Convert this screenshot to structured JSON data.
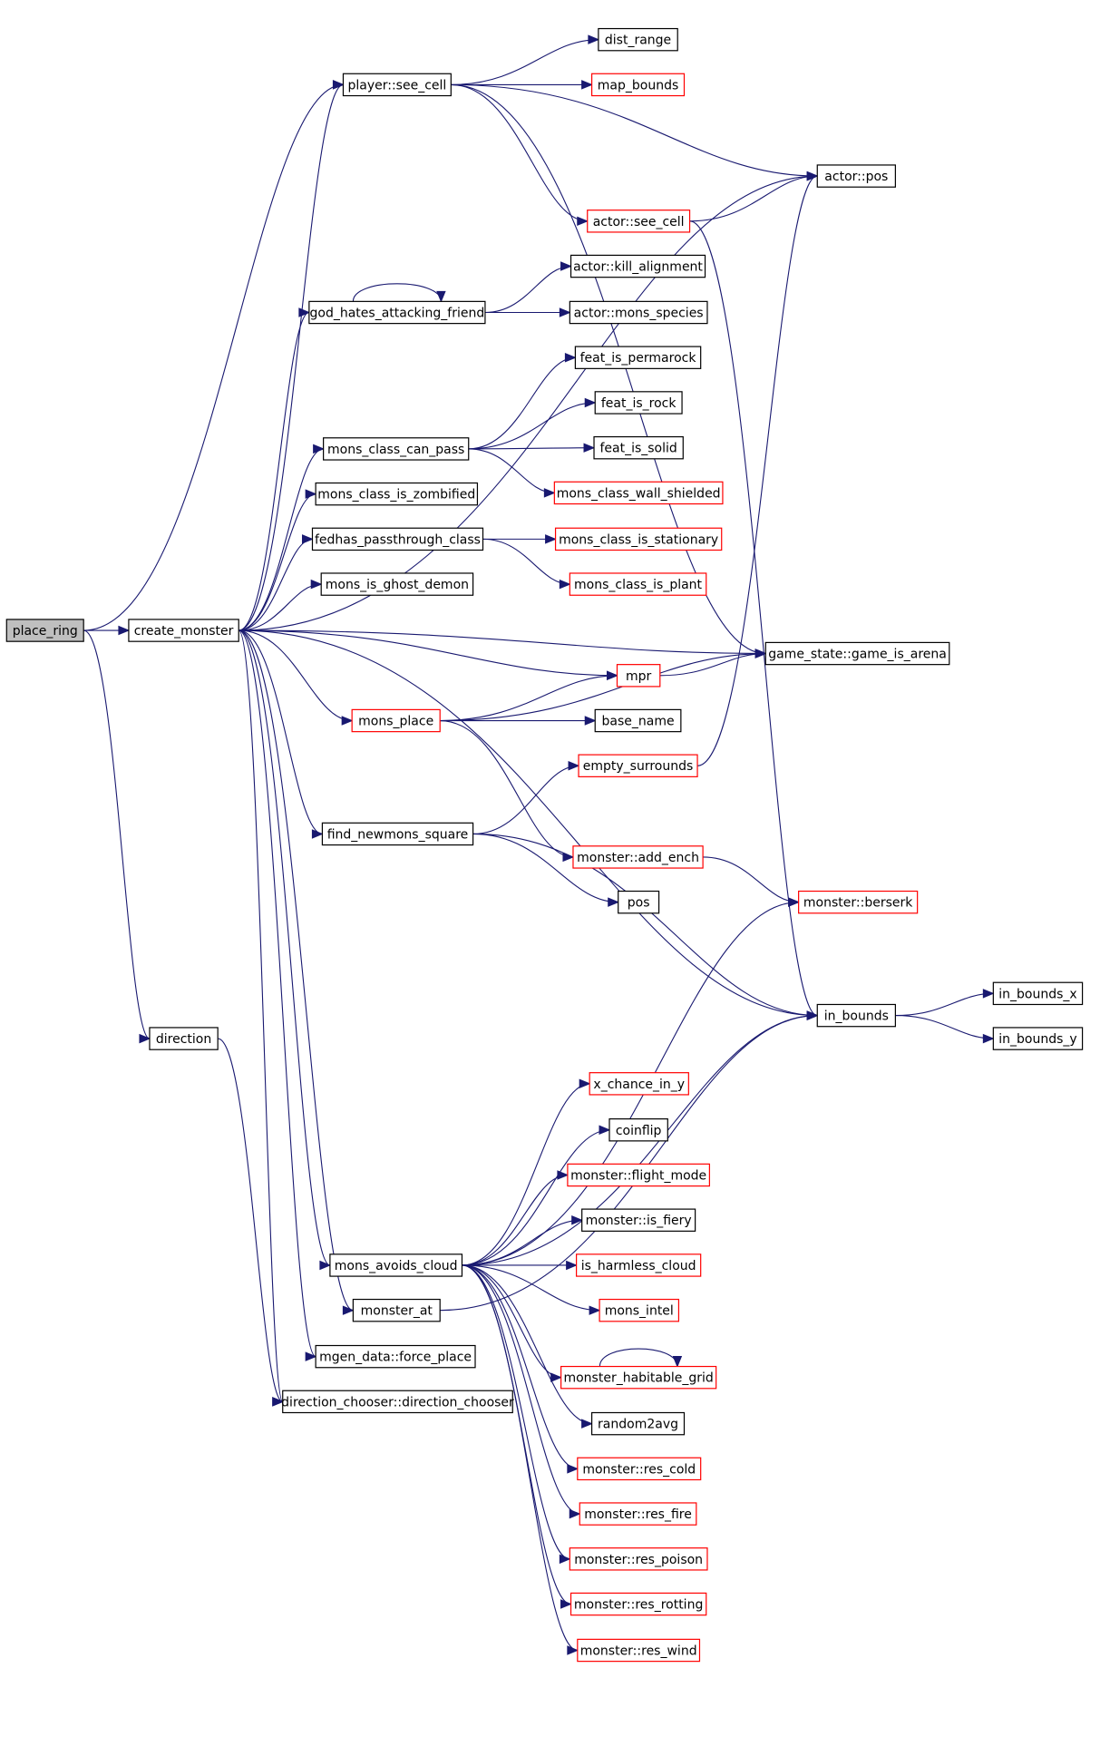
{
  "colors": {
    "edge": "#191970",
    "border_default": "#000000",
    "border_red": "#ff0000",
    "root_fill": "#bfbfbf"
  },
  "nodes": [
    {
      "id": "place_ring",
      "label": "place_ring",
      "style": "root"
    },
    {
      "id": "create_monster",
      "label": "create_monster",
      "style": "black"
    },
    {
      "id": "direction",
      "label": "direction",
      "style": "black"
    },
    {
      "id": "player_see_cell",
      "label": "player::see_cell",
      "style": "black"
    },
    {
      "id": "dist_range",
      "label": "dist_range",
      "style": "black"
    },
    {
      "id": "map_bounds",
      "label": "map_bounds",
      "style": "red"
    },
    {
      "id": "actor_pos",
      "label": "actor::pos",
      "style": "black"
    },
    {
      "id": "actor_see_cell",
      "label": "actor::see_cell",
      "style": "red"
    },
    {
      "id": "actor_kill_alignment",
      "label": "actor::kill_alignment",
      "style": "black"
    },
    {
      "id": "god_hates",
      "label": "god_hates_attacking_friend",
      "style": "black"
    },
    {
      "id": "actor_mons_species",
      "label": "actor::mons_species",
      "style": "black"
    },
    {
      "id": "feat_is_permarock",
      "label": "feat_is_permarock",
      "style": "black"
    },
    {
      "id": "feat_is_rock",
      "label": "feat_is_rock",
      "style": "black"
    },
    {
      "id": "mons_class_can_pass",
      "label": "mons_class_can_pass",
      "style": "black"
    },
    {
      "id": "feat_is_solid",
      "label": "feat_is_solid",
      "style": "black"
    },
    {
      "id": "mons_class_wall_shielded",
      "label": "mons_class_wall_shielded",
      "style": "red"
    },
    {
      "id": "mons_class_is_zombified",
      "label": "mons_class_is_zombified",
      "style": "black"
    },
    {
      "id": "fedhas_passthrough_class",
      "label": "fedhas_passthrough_class",
      "style": "black"
    },
    {
      "id": "mons_class_is_stationary",
      "label": "mons_class_is_stationary",
      "style": "red"
    },
    {
      "id": "mons_class_is_plant",
      "label": "mons_class_is_plant",
      "style": "red"
    },
    {
      "id": "mons_is_ghost_demon",
      "label": "mons_is_ghost_demon",
      "style": "black"
    },
    {
      "id": "game_is_arena",
      "label": "game_state::game_is_arena",
      "style": "black"
    },
    {
      "id": "mpr",
      "label": "mpr",
      "style": "red"
    },
    {
      "id": "mons_place",
      "label": "mons_place",
      "style": "red"
    },
    {
      "id": "base_name",
      "label": "base_name",
      "style": "black"
    },
    {
      "id": "empty_surrounds",
      "label": "empty_surrounds",
      "style": "red"
    },
    {
      "id": "find_newmons_square",
      "label": "find_newmons_square",
      "style": "black"
    },
    {
      "id": "monster_add_ench",
      "label": "monster::add_ench",
      "style": "red"
    },
    {
      "id": "pos",
      "label": "pos",
      "style": "black"
    },
    {
      "id": "monster_berserk",
      "label": "monster::berserk",
      "style": "red"
    },
    {
      "id": "in_bounds",
      "label": "in_bounds",
      "style": "black"
    },
    {
      "id": "in_bounds_x",
      "label": "in_bounds_x",
      "style": "black"
    },
    {
      "id": "in_bounds_y",
      "label": "in_bounds_y",
      "style": "black"
    },
    {
      "id": "x_chance_in_y",
      "label": "x_chance_in_y",
      "style": "red"
    },
    {
      "id": "coinflip",
      "label": "coinflip",
      "style": "black"
    },
    {
      "id": "monster_flight_mode",
      "label": "monster::flight_mode",
      "style": "red"
    },
    {
      "id": "monster_is_fiery",
      "label": "monster::is_fiery",
      "style": "black"
    },
    {
      "id": "mons_avoids_cloud",
      "label": "mons_avoids_cloud",
      "style": "black"
    },
    {
      "id": "is_harmless_cloud",
      "label": "is_harmless_cloud",
      "style": "red"
    },
    {
      "id": "mons_intel",
      "label": "mons_intel",
      "style": "red"
    },
    {
      "id": "monster_at",
      "label": "monster_at",
      "style": "black"
    },
    {
      "id": "monster_habitable_grid",
      "label": "monster_habitable_grid",
      "style": "red"
    },
    {
      "id": "mgen_force_place",
      "label": "mgen_data::force_place",
      "style": "black"
    },
    {
      "id": "direction_chooser",
      "label": "direction_chooser::direction_chooser",
      "style": "black"
    },
    {
      "id": "random2avg",
      "label": "random2avg",
      "style": "black"
    },
    {
      "id": "monster_res_cold",
      "label": "monster::res_cold",
      "style": "red"
    },
    {
      "id": "monster_res_fire",
      "label": "monster::res_fire",
      "style": "red"
    },
    {
      "id": "monster_res_poison",
      "label": "monster::res_poison",
      "style": "red"
    },
    {
      "id": "monster_res_rotting",
      "label": "monster::res_rotting",
      "style": "red"
    },
    {
      "id": "monster_res_wind",
      "label": "monster::res_wind",
      "style": "red"
    }
  ],
  "edges": [
    {
      "from": "place_ring",
      "to": "create_monster"
    },
    {
      "from": "place_ring",
      "to": "direction"
    },
    {
      "from": "place_ring",
      "to": "player_see_cell"
    },
    {
      "from": "create_monster",
      "to": "player_see_cell"
    },
    {
      "from": "create_monster",
      "to": "actor_pos"
    },
    {
      "from": "create_monster",
      "to": "god_hates"
    },
    {
      "from": "create_monster",
      "to": "mons_class_can_pass"
    },
    {
      "from": "create_monster",
      "to": "mons_class_is_zombified"
    },
    {
      "from": "create_monster",
      "to": "fedhas_passthrough_class"
    },
    {
      "from": "create_monster",
      "to": "mons_is_ghost_demon"
    },
    {
      "from": "create_monster",
      "to": "game_is_arena"
    },
    {
      "from": "create_monster",
      "to": "mpr"
    },
    {
      "from": "create_monster",
      "to": "mons_place"
    },
    {
      "from": "create_monster",
      "to": "find_newmons_square"
    },
    {
      "from": "create_monster",
      "to": "in_bounds"
    },
    {
      "from": "create_monster",
      "to": "mons_avoids_cloud"
    },
    {
      "from": "create_monster",
      "to": "monster_at"
    },
    {
      "from": "create_monster",
      "to": "mgen_force_place"
    },
    {
      "from": "create_monster",
      "to": "direction_chooser"
    },
    {
      "from": "direction",
      "to": "direction_chooser"
    },
    {
      "from": "player_see_cell",
      "to": "dist_range"
    },
    {
      "from": "player_see_cell",
      "to": "map_bounds"
    },
    {
      "from": "player_see_cell",
      "to": "actor_pos"
    },
    {
      "from": "player_see_cell",
      "to": "actor_see_cell"
    },
    {
      "from": "player_see_cell",
      "to": "game_is_arena"
    },
    {
      "from": "actor_see_cell",
      "to": "actor_pos"
    },
    {
      "from": "actor_see_cell",
      "to": "in_bounds"
    },
    {
      "from": "god_hates",
      "to": "god_hates"
    },
    {
      "from": "god_hates",
      "to": "actor_kill_alignment"
    },
    {
      "from": "god_hates",
      "to": "actor_mons_species"
    },
    {
      "from": "mons_class_can_pass",
      "to": "feat_is_permarock"
    },
    {
      "from": "mons_class_can_pass",
      "to": "feat_is_rock"
    },
    {
      "from": "mons_class_can_pass",
      "to": "feat_is_solid"
    },
    {
      "from": "mons_class_can_pass",
      "to": "mons_class_wall_shielded"
    },
    {
      "from": "fedhas_passthrough_class",
      "to": "mons_class_is_stationary"
    },
    {
      "from": "fedhas_passthrough_class",
      "to": "mons_class_is_plant"
    },
    {
      "from": "mpr",
      "to": "game_is_arena"
    },
    {
      "from": "mons_place",
      "to": "mpr"
    },
    {
      "from": "mons_place",
      "to": "base_name"
    },
    {
      "from": "mons_place",
      "to": "game_is_arena"
    },
    {
      "from": "mons_place",
      "to": "monster_add_ench"
    },
    {
      "from": "empty_surrounds",
      "to": "actor_pos"
    },
    {
      "from": "find_newmons_square",
      "to": "empty_surrounds"
    },
    {
      "from": "find_newmons_square",
      "to": "pos"
    },
    {
      "from": "find_newmons_square",
      "to": "in_bounds"
    },
    {
      "from": "monster_add_ench",
      "to": "monster_berserk"
    },
    {
      "from": "in_bounds",
      "to": "in_bounds_x"
    },
    {
      "from": "in_bounds",
      "to": "in_bounds_y"
    },
    {
      "from": "mons_avoids_cloud",
      "to": "monster_berserk"
    },
    {
      "from": "mons_avoids_cloud",
      "to": "x_chance_in_y"
    },
    {
      "from": "mons_avoids_cloud",
      "to": "coinflip"
    },
    {
      "from": "mons_avoids_cloud",
      "to": "monster_flight_mode"
    },
    {
      "from": "mons_avoids_cloud",
      "to": "monster_is_fiery"
    },
    {
      "from": "mons_avoids_cloud",
      "to": "is_harmless_cloud"
    },
    {
      "from": "mons_avoids_cloud",
      "to": "mons_intel"
    },
    {
      "from": "mons_avoids_cloud",
      "to": "monster_habitable_grid"
    },
    {
      "from": "mons_avoids_cloud",
      "to": "random2avg"
    },
    {
      "from": "mons_avoids_cloud",
      "to": "monster_res_cold"
    },
    {
      "from": "mons_avoids_cloud",
      "to": "monster_res_fire"
    },
    {
      "from": "mons_avoids_cloud",
      "to": "monster_res_poison"
    },
    {
      "from": "mons_avoids_cloud",
      "to": "monster_res_rotting"
    },
    {
      "from": "mons_avoids_cloud",
      "to": "monster_res_wind"
    },
    {
      "from": "mons_avoids_cloud",
      "to": "in_bounds"
    },
    {
      "from": "monster_at",
      "to": "in_bounds"
    },
    {
      "from": "monster_habitable_grid",
      "to": "monster_habitable_grid"
    }
  ]
}
